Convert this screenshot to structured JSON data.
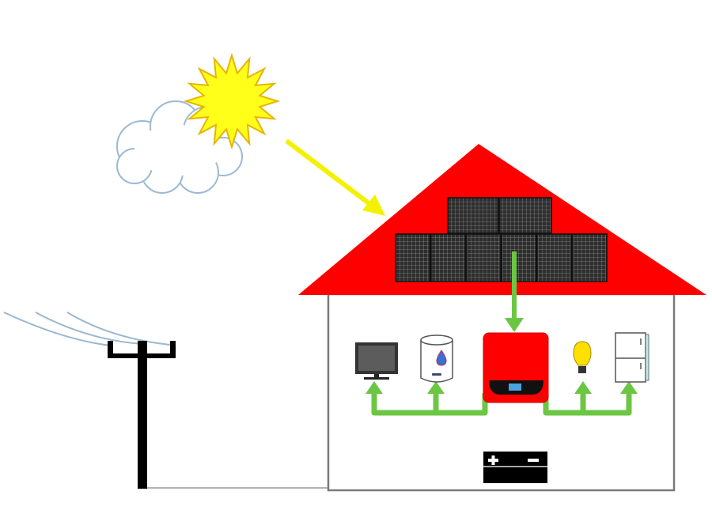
{
  "diagram": {
    "components": [
      "sun-icon",
      "cloud-icon",
      "sunlight-arrow",
      "house-roof",
      "solar-panel-array",
      "inverter",
      "battery",
      "tv-icon",
      "water-heater-icon",
      "light-bulb-icon",
      "fridge-icon",
      "utility-pole"
    ],
    "colors": {
      "roof": "#ff0000",
      "sun": "#ffff1a",
      "sunlight_arrow": "#ffff33",
      "power_flow": "#6cc644",
      "inverter": "#ff0000",
      "inverter_screen": "#4aa3df",
      "panel": "#3a3a3a",
      "wall": "#808080"
    }
  }
}
